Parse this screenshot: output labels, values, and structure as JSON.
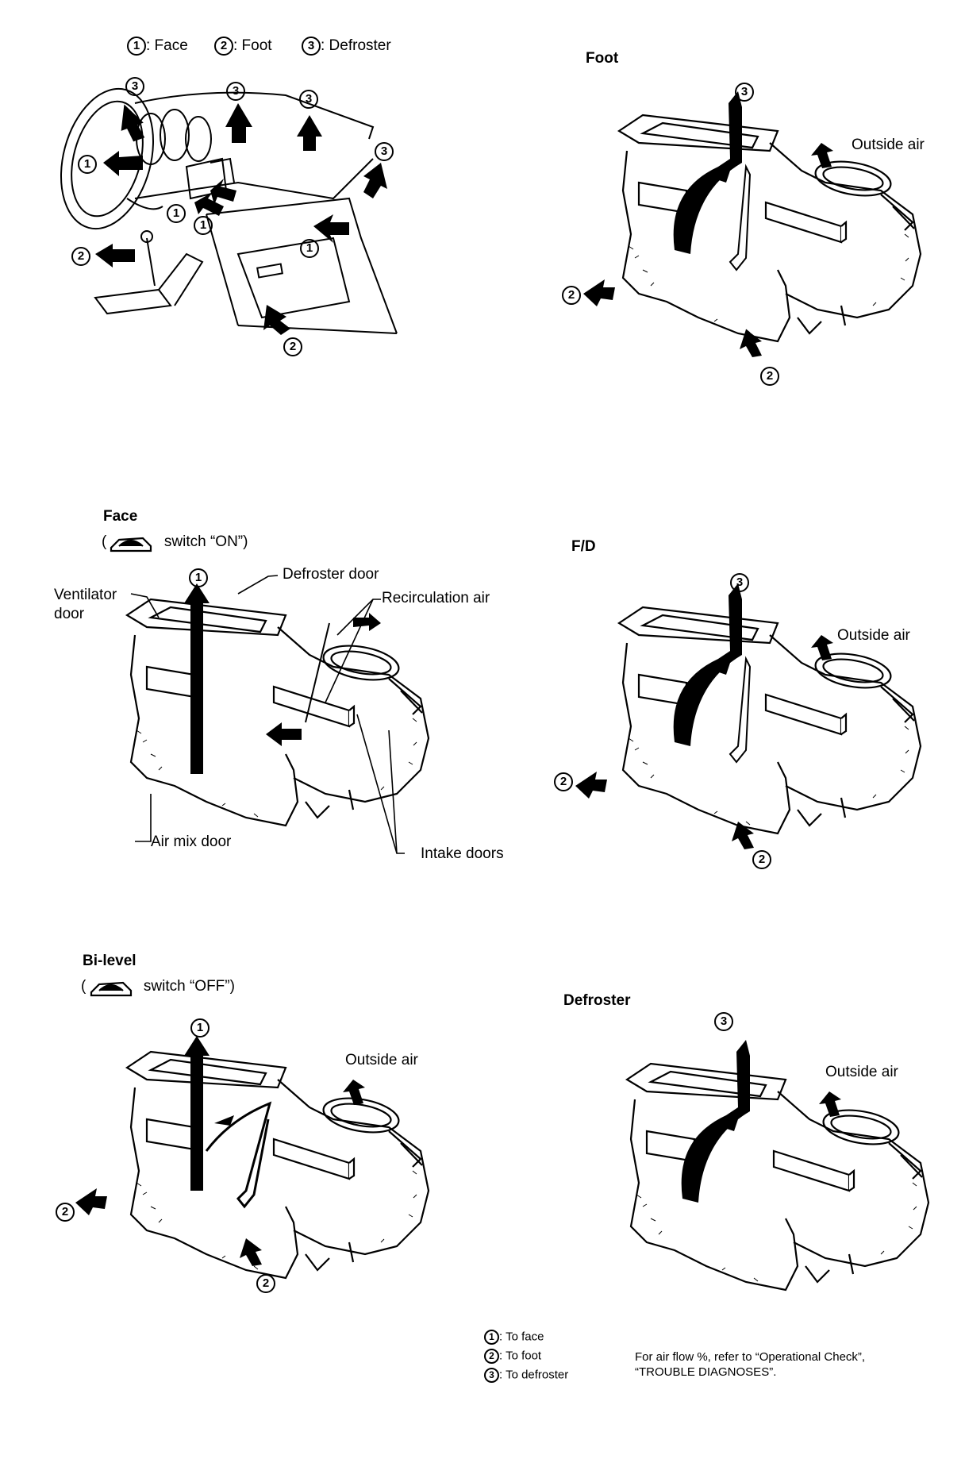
{
  "top_legend": {
    "face": ": Face",
    "foot": ": Foot",
    "defroster": ": Defroster"
  },
  "circle_numbers": {
    "one": "1",
    "two": "2",
    "three": "3"
  },
  "panels": {
    "foot": {
      "title": "Foot",
      "outside_air": "Outside air"
    },
    "face": {
      "title": "Face",
      "switch_open": "(",
      "switch_text": "switch “ON”)",
      "ventilator_door": "Ventilator",
      "ventilator_door_2": "door",
      "defroster_door": "Defroster door",
      "recirculation_air": "Recirculation air",
      "air_mix_door": "Air mix door",
      "intake_doors": "Intake doors"
    },
    "fd": {
      "title": "F/D",
      "outside_air": "Outside air"
    },
    "bilevel": {
      "title": "Bi-level",
      "switch_open": "(",
      "switch_text": "switch “OFF”)",
      "outside_air": "Outside air"
    },
    "defroster": {
      "title": "Defroster",
      "outside_air": "Outside air"
    }
  },
  "bottom_legend": {
    "to_face": ": To face",
    "to_foot": ": To foot",
    "to_defroster": ": To defroster",
    "note_line1": "For air flow %, refer to “Operational Check”,",
    "note_line2": "“TROUBLE DIAGNOSES”."
  },
  "colors": {
    "ink": "#000000",
    "paper": "#ffffff"
  }
}
